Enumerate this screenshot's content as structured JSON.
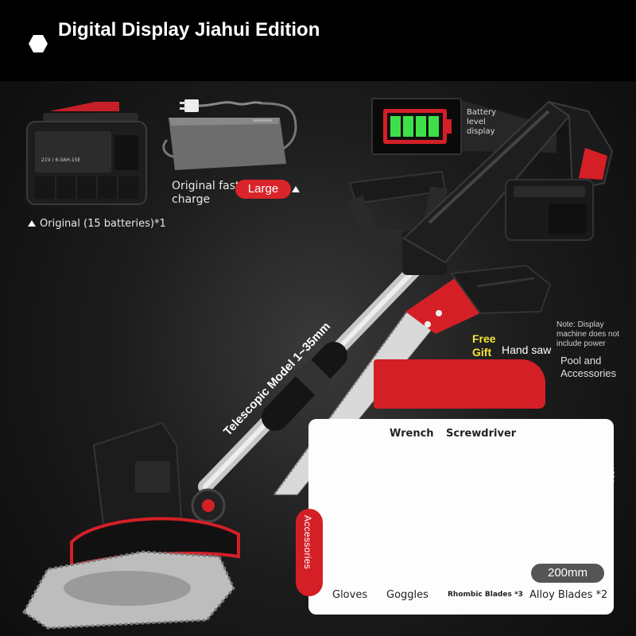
{
  "header": {
    "title": "Digital Display Jiahui Edition",
    "icon": "hexagon-icon"
  },
  "battery_pack": {
    "print": "21V / 6.0AH-15E",
    "caption": "Original (15 batteries)*1"
  },
  "charger": {
    "caption": "Original fast charge",
    "badge": "Large"
  },
  "battery_display": {
    "caption": "Battery level display"
  },
  "telescopic": {
    "label": "Telescopic Model 1~35mm"
  },
  "gift": {
    "free_gift": "Free Gift",
    "hand_saw": "Hand saw",
    "note": "Note: Display machine does not include power",
    "pool": "Pool and Accessories"
  },
  "accessories": {
    "tab_label": "Accessories",
    "items": {
      "wrench": "Wrench",
      "screwdriver": "Screwdriver",
      "gloves": "Gloves",
      "goggles": "Goggles",
      "rhombic_blades": "Rhombic Blades *3",
      "alloy_blades": "Alloy Blades *2",
      "blade_size": "200mm"
    }
  },
  "colors": {
    "accent_red": "#d41f27",
    "gift_yellow": "#f5e53a",
    "battery_green": "#3ee04a",
    "background": "#0c0c0c"
  }
}
